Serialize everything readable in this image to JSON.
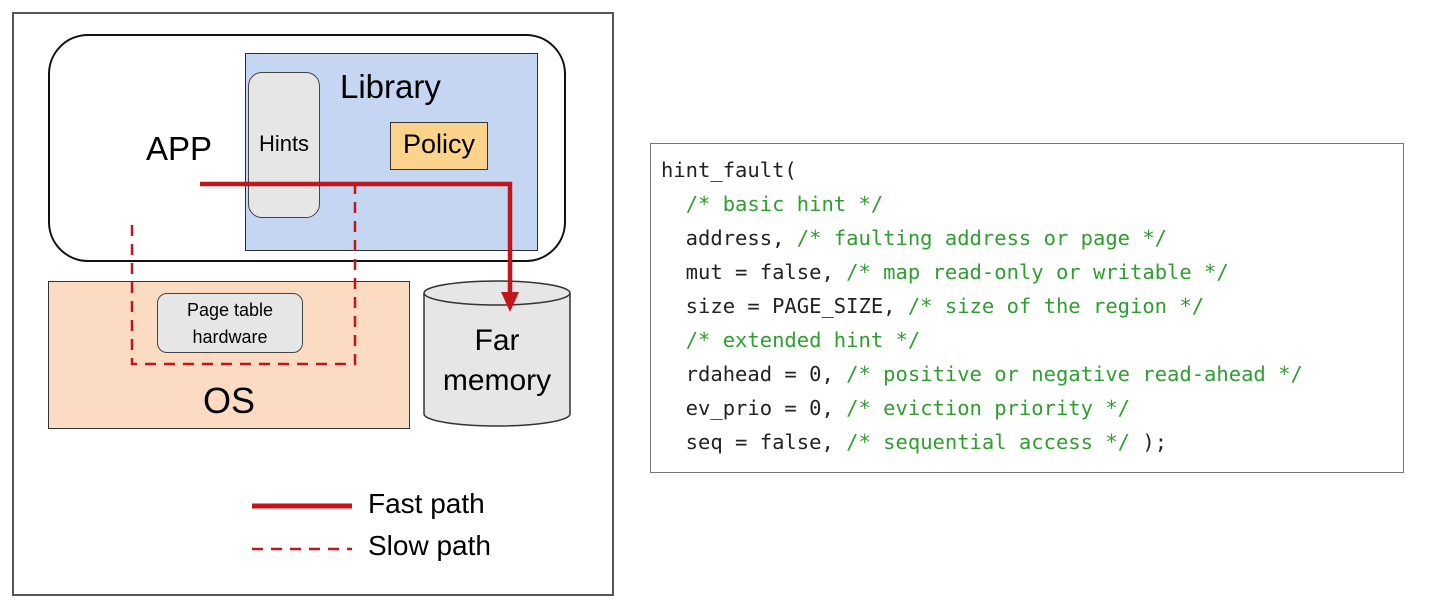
{
  "diagram": {
    "app_label": "APP",
    "library_label": "Library",
    "hints_label": "Hints",
    "policy_label": "Policy",
    "os_label": "OS",
    "page_table_label": [
      "Page table",
      "hardware"
    ],
    "far_memory_label": [
      "Far",
      "memory"
    ],
    "legend": {
      "fast_path": "Fast path",
      "slow_path": "Slow path"
    },
    "colors": {
      "path": "#c0161c",
      "library_fill": "#c5d6f2",
      "policy_fill": "#fcd38a",
      "os_fill": "#fbdcc2",
      "hints_fill": "#e6e6e6",
      "far_memory_fill": "#e6e6e6"
    }
  },
  "code": {
    "lines": [
      {
        "code": "hint_fault(",
        "comment": ""
      },
      {
        "code": "  ",
        "comment": "/* basic hint */"
      },
      {
        "code": "  address, ",
        "comment": "/* faulting address or page */"
      },
      {
        "code": "  mut = false, ",
        "comment": "/* map read-only or writable */"
      },
      {
        "code": "  size = PAGE_SIZE, ",
        "comment": "/* size of the region */"
      },
      {
        "code": "  ",
        "comment": "/* extended hint */"
      },
      {
        "code": "  rdahead = 0, ",
        "comment": "/* positive or negative read-ahead */"
      },
      {
        "code": "  ev_prio = 0, ",
        "comment": "/* eviction priority */"
      },
      {
        "code": "  seq = false, ",
        "comment": "/* sequential access */",
        "tail": " );"
      }
    ],
    "colors": {
      "code": "#222222",
      "comment": "#2e9e2e"
    }
  }
}
